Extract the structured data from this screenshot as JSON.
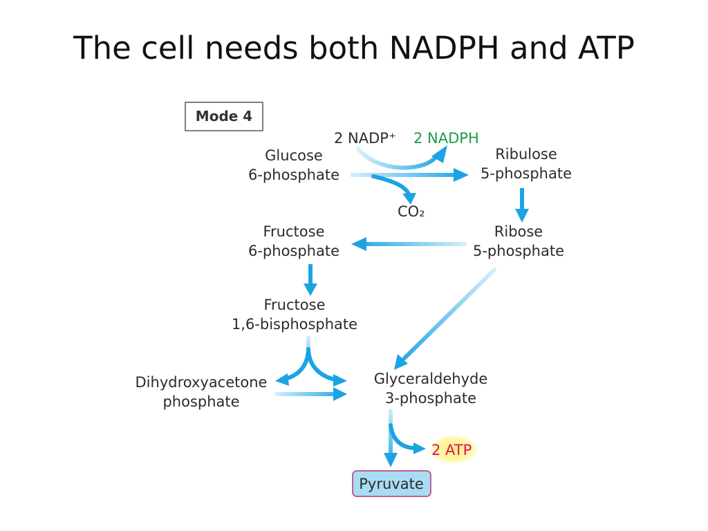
{
  "slide": {
    "title": "The cell needs both NADPH and ATP"
  },
  "diagram": {
    "mode_label": "Mode 4",
    "cofactors": {
      "nadp_plus": "2 NADP⁺",
      "nadph": "2 NADPH",
      "co2": "CO₂",
      "atp": "2 ATP"
    },
    "nodes": {
      "glucose_6p": [
        "Glucose",
        "6-phosphate"
      ],
      "ribulose_5p": [
        "Ribulose",
        "5-phosphate"
      ],
      "ribose_5p": [
        "Ribose",
        "5-phosphate"
      ],
      "fructose_6p": [
        "Fructose",
        "6-phosphate"
      ],
      "fructose_16bp": [
        "Fructose",
        "1,6-bisphosphate"
      ],
      "dhap": [
        "Dihydroxyacetone",
        "phosphate"
      ],
      "gap": [
        "Glyceraldehyde",
        "3-phosphate"
      ],
      "pyruvate": "Pyruvate"
    },
    "colors": {
      "arrow": "#1ba3e3",
      "arrow_light": "#d6eefb",
      "nadph": "#1c9a4b",
      "atp": "#d4145a",
      "atp_glow": "#fff07a",
      "pyruvate_fill": "#a8dcf5",
      "pyruvate_border": "#c0306a"
    }
  }
}
